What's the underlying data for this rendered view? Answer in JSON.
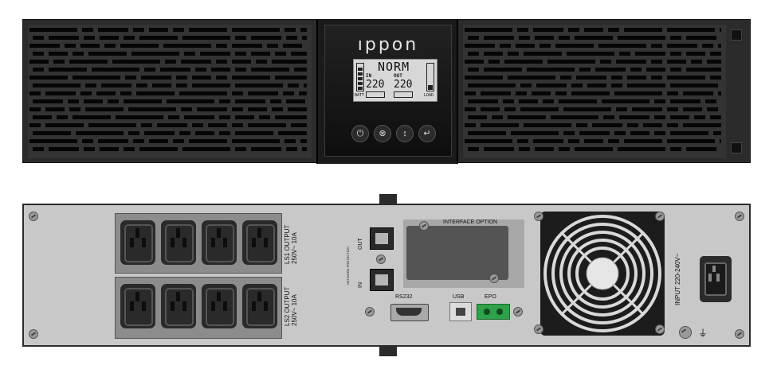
{
  "front": {
    "logo": "ıppon",
    "lcd": {
      "mode": "NORM",
      "in_label": "IN",
      "out_label": "OUT",
      "in_value": "220",
      "out_value": "220",
      "batt_label": "BATT",
      "load_label": "LOAD"
    },
    "buttons": [
      {
        "icon": "power-icon",
        "glyph": "⏻"
      },
      {
        "icon": "mute-icon",
        "glyph": "⊗"
      },
      {
        "icon": "scroll-icon",
        "glyph": "↕"
      },
      {
        "icon": "enter-icon",
        "glyph": "↵"
      }
    ]
  },
  "rear": {
    "ls1_label": "LS1 OUTPUT",
    "ls1_rating": "250V~ 10A",
    "ls2_label": "LS2 OUTPUT",
    "ls2_rating": "250V~ 10A",
    "network_out": "OUT",
    "network_in": "IN",
    "network_protection": "NETWORK PROTECTION",
    "interface_option": "INTERFACE OPTION",
    "rs232": "RS232",
    "usb": "USB",
    "epo": "EPO",
    "input_label": "INPUT 220-240V~",
    "ground_symbol": "⏚"
  },
  "colors": {
    "body": "#2b2b2b",
    "rear_panel": "#c8c8c8",
    "epo": "#2fa14a",
    "lcd": "#d7d7d7"
  }
}
